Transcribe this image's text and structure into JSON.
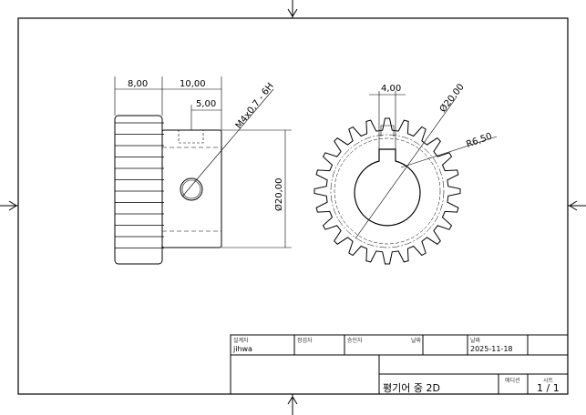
{
  "dimensions": {
    "width_gear": "8,00",
    "width_hub": "10,00",
    "hole_offset": "5,00",
    "thread": "M4x0,7 - 6H",
    "hub_diameter": "Ø20,00",
    "keyway_width": "4,00",
    "bore_diameter": "Ø20,00",
    "radius": "R6,50"
  },
  "title_block": {
    "designer_label": "설계자",
    "designer": "jihwa",
    "checker_label": "정검자",
    "approver_label": "승인자",
    "date_label_1": "날짜",
    "date_label_2": "날짜",
    "date": "2025-11-18",
    "title": "평기어 중 2D",
    "revision_label": "에디션",
    "sheet_label": "시트",
    "sheet": "1 / 1"
  },
  "gear": {
    "teeth": 24
  }
}
